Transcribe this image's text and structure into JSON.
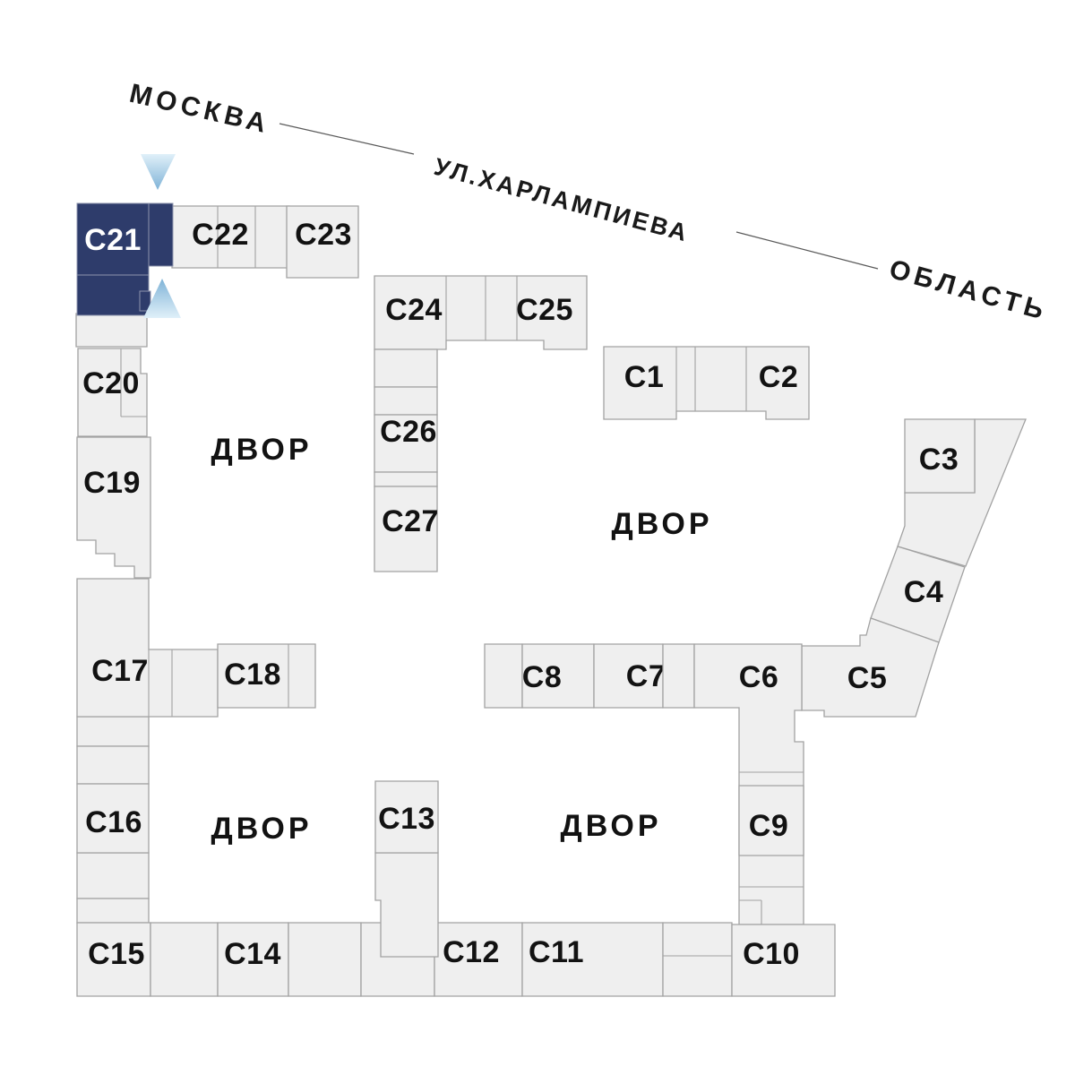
{
  "landmarks": {
    "moscow": "МОСКВА",
    "street": "УЛ.ХАРЛАМПИЕВА",
    "oblast": "ОБЛАСТЬ"
  },
  "courtyard_label": "ДВОР",
  "selected": {
    "id": "c21",
    "label": "С21"
  },
  "buildings": {
    "c1": "С1",
    "c2": "С2",
    "c3": "С3",
    "c4": "С4",
    "c5": "С5",
    "c6": "С6",
    "c7": "С7",
    "c8": "С8",
    "c9": "С9",
    "c10": "С10",
    "c11": "С11",
    "c12": "С12",
    "c13": "С13",
    "c14": "С14",
    "c15": "С15",
    "c16": "С16",
    "c17": "С17",
    "c18": "С18",
    "c19": "С19",
    "c20": "С20",
    "c21": "С21",
    "c22": "С22",
    "c23": "С23",
    "c24": "С24",
    "c25": "С25",
    "c26": "С26",
    "c27": "С27"
  },
  "colors": {
    "selected_fill": "#2e3c6b",
    "building_fill": "#efefef",
    "building_stroke": "#a2a2a2",
    "selected_label": "#ffffff",
    "label": "#121212",
    "arrow_light": "#e0f0f9",
    "arrow_dark": "#7fb3d7"
  }
}
